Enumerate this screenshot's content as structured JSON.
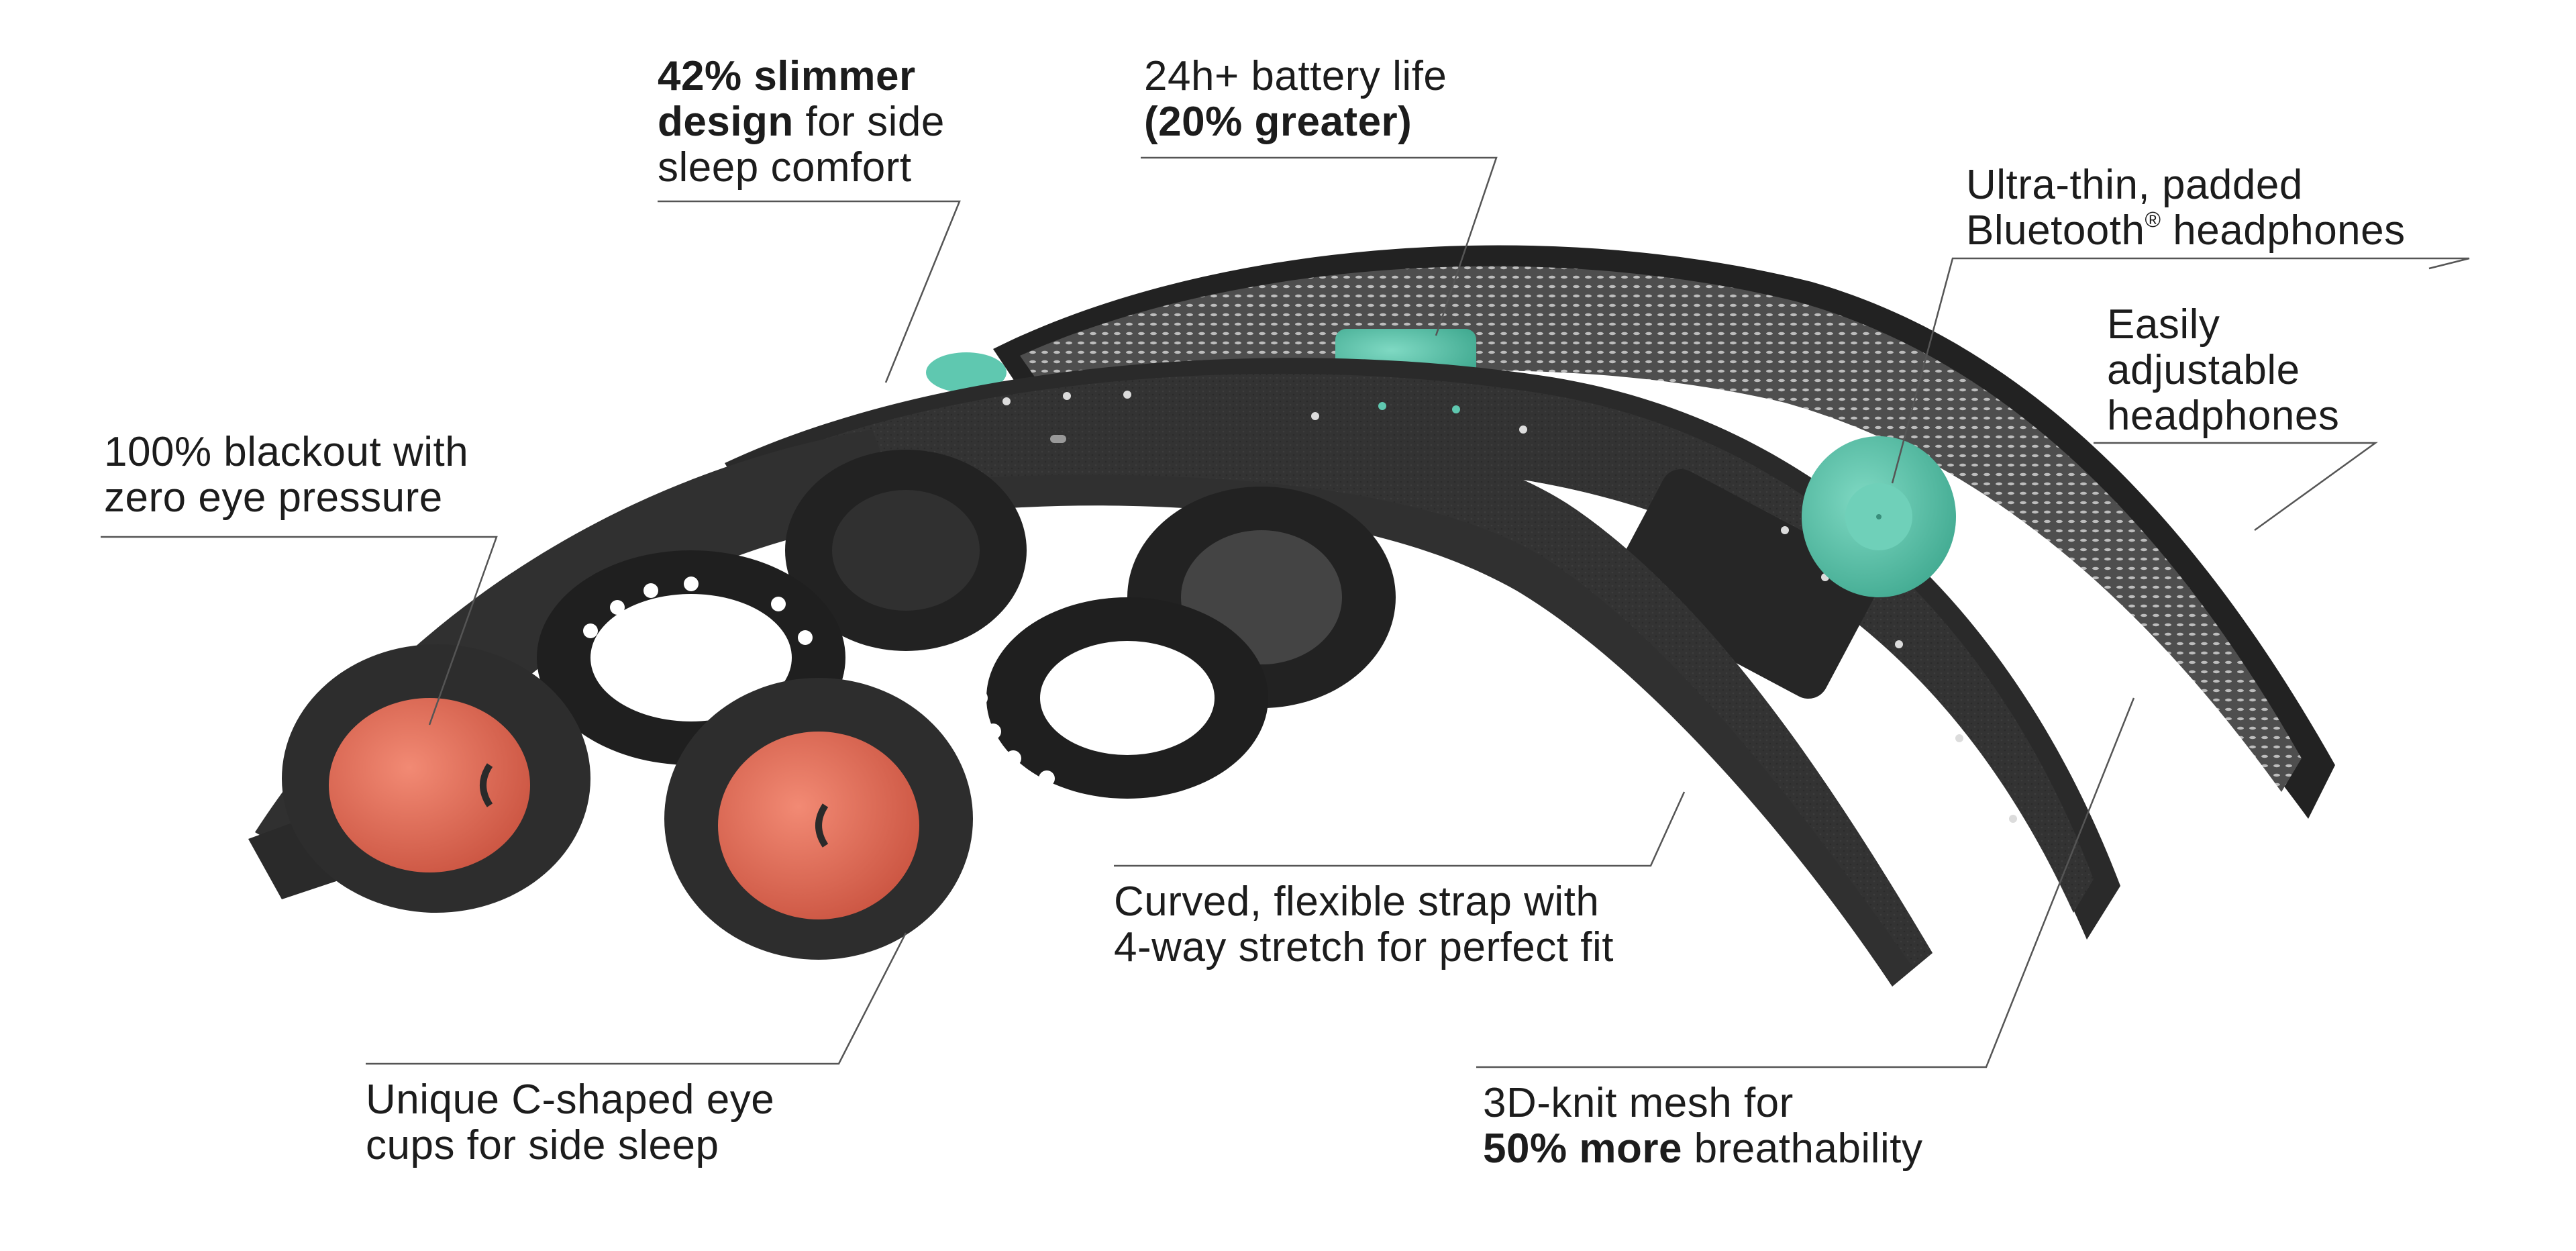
{
  "callouts": {
    "slimmer": {
      "bold": "42% slimmer",
      "bold2": "design",
      "rest": " for side",
      "line3": "sleep comfort"
    },
    "battery": {
      "line1": "24h+ battery life",
      "line2": "(20% greater)"
    },
    "headphones": {
      "line1": "Ultra-thin, padded",
      "line2a": "Bluetooth",
      "reg": "®",
      "line2b": " headphones"
    },
    "adjustable": {
      "line1": "Easily",
      "line2": "adjustable",
      "line3": "headphones"
    },
    "blackout": {
      "line1": "100% blackout with",
      "line2": "zero eye pressure"
    },
    "strap": {
      "line1": "Curved, flexible strap with",
      "line2": "4-way stretch for perfect fit"
    },
    "eyecups": {
      "line1": "Unique C-shaped eye",
      "line2": "cups for side sleep"
    },
    "mesh": {
      "line1": "3D-knit mesh for",
      "bold": "50% more",
      "rest": " breathability"
    }
  },
  "colors": {
    "strap_dark": "#2b2b2b",
    "strap_mid": "#3a3a3a",
    "mesh_gray": "#5a5a5a",
    "accent_teal": "#5fc8b0",
    "cup_coral": "#e8705a",
    "leader_line": "#555555"
  }
}
